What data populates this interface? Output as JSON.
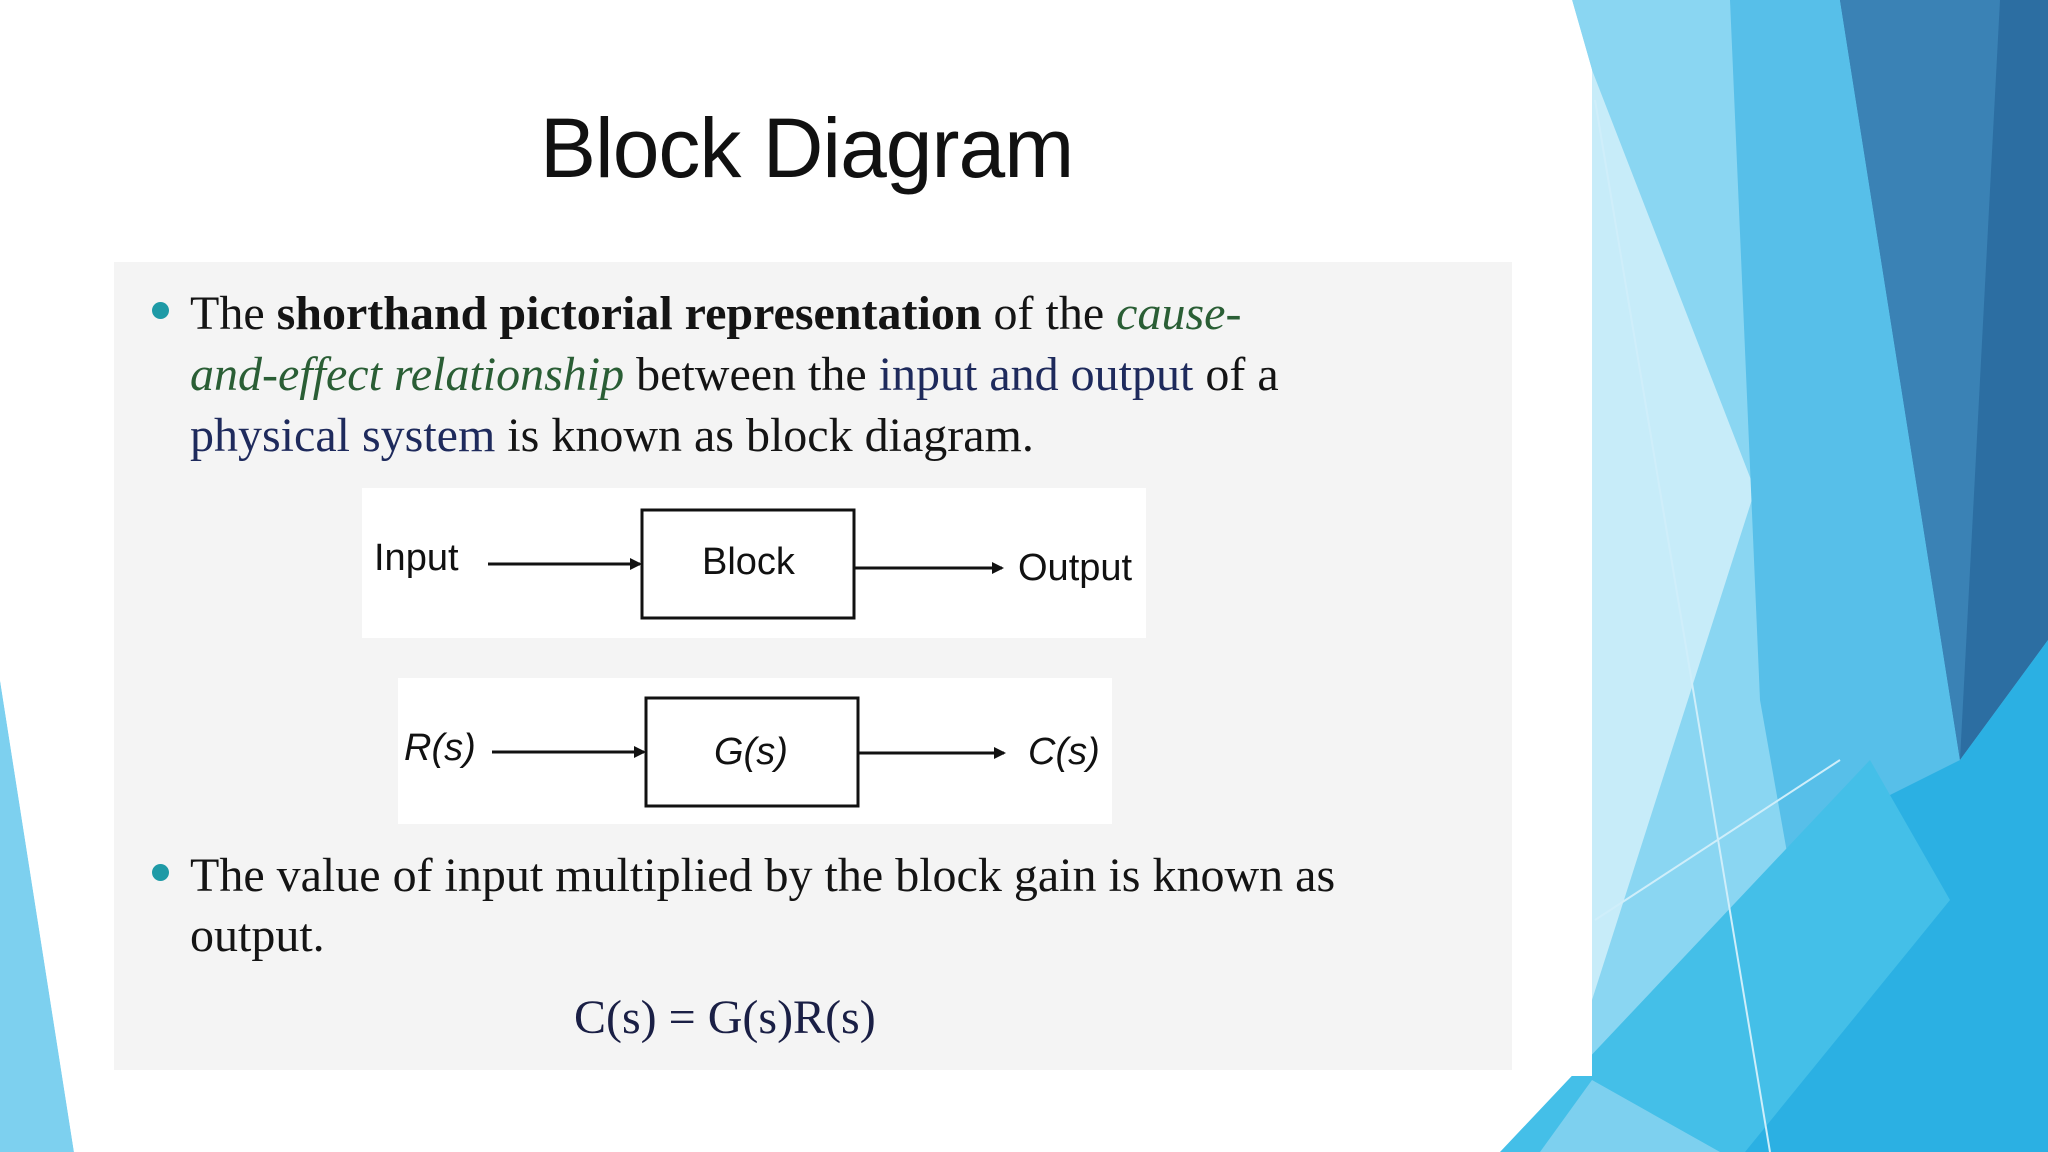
{
  "slide": {
    "title": "Block Diagram",
    "bullet1": {
      "t1": "The ",
      "t2": "shorthand pictorial representation",
      "t3": " of the ",
      "t4": "cause-",
      "t5": "and-effect relationship",
      "t6": " between the ",
      "t7": "input and output",
      "t8": " of a",
      "t9": "physical system",
      "t10": " is known as block diagram."
    },
    "diagram1": {
      "input": "Input",
      "block": "Block",
      "output": "Output"
    },
    "diagram2": {
      "input": "R(s)",
      "block": "G(s)",
      "output": "C(s)"
    },
    "bullet2": {
      "line1": "The value of input multiplied by the block gain is known as",
      "line2": "output."
    },
    "equation": "C(s) = G(s)R(s)"
  },
  "colors": {
    "accent_teal": "#1e9aa6",
    "italic_green": "#2a5e35",
    "navy_text": "#1e2a5c",
    "light_blue": "#7dd0ef",
    "mid_blue": "#2fb0e2",
    "dark_blue": "#2c6ea2"
  }
}
